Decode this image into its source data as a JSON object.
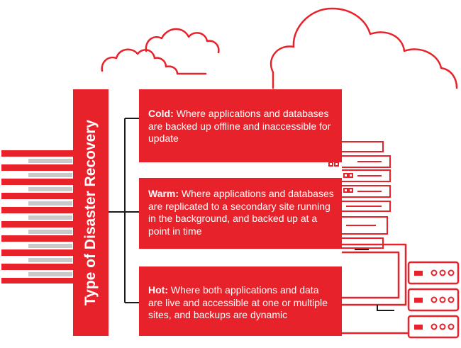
{
  "title": "Type of Disaster Recovery",
  "colors": {
    "accent": "#e8222a",
    "line": "#1a1a1a",
    "stripe": "#c9c9c9"
  },
  "items": [
    {
      "key": "cold",
      "label": "Cold:",
      "text": " Where applications and databases are backed up offline and inaccessible for update"
    },
    {
      "key": "warm",
      "label": "Warm:",
      "text": " Where applications and databases are  replicated to a secondary site running in the  background, and backed up at a point in time"
    },
    {
      "key": "hot",
      "label": "Hot:",
      "text": " Where both applications and data are live and accessible at one or multiple sites, and backups are dynamic"
    }
  ]
}
